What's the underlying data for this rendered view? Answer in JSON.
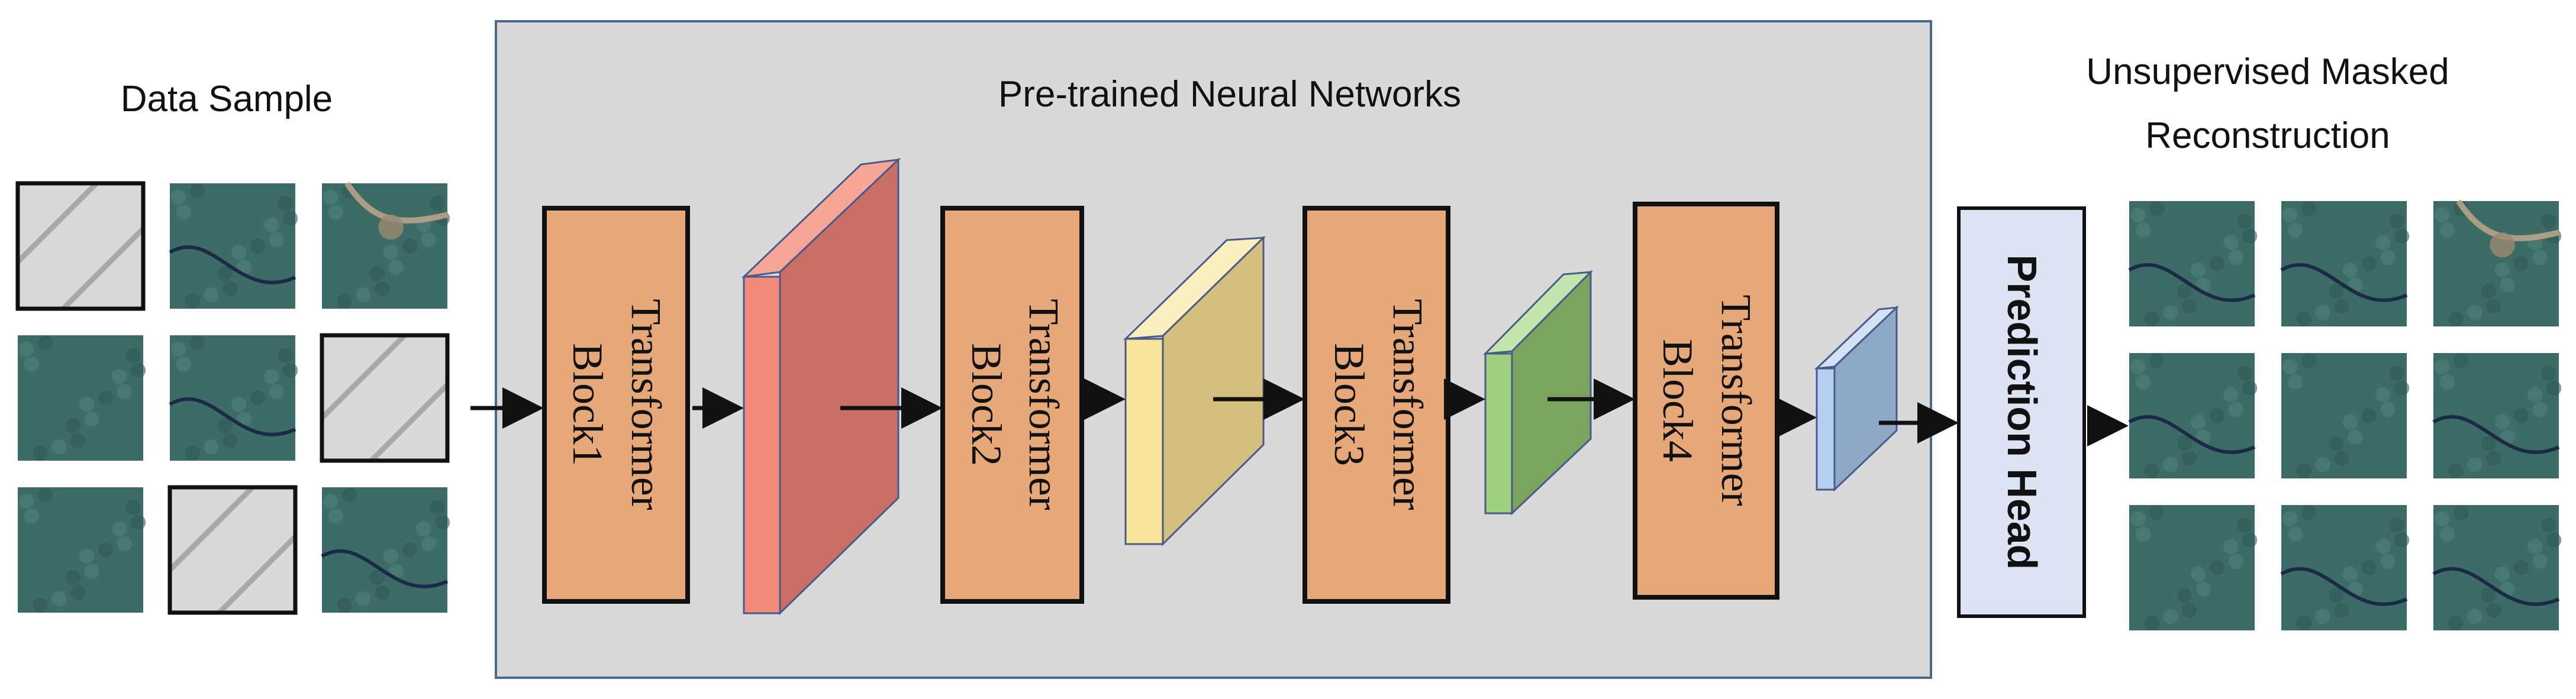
{
  "labels": {
    "data_sample": "Data Sample",
    "pretrained": "Pre-trained Neural Networks",
    "output_line1": "Unsupervised Masked",
    "output_line2": "Reconstruction",
    "prediction_head": "Prediction Head"
  },
  "blocks": [
    {
      "line1": "Transformer",
      "line2": "Block1"
    },
    {
      "line1": "Transformer",
      "line2": "Block2"
    },
    {
      "line1": "Transformer",
      "line2": "Block3"
    },
    {
      "line1": "Transformer",
      "line2": "Block4"
    }
  ],
  "colors": {
    "panel_bg": "#d9d9d9",
    "panel_border": "#4a6a8a",
    "block_fill": "#e6a878",
    "head_fill": "#dde3f3",
    "feature_red": "#f28b7a",
    "feature_yellow": "#f7e39a",
    "feature_green": "#9fd07f",
    "feature_blue": "#b4cff0",
    "masked_tile": "#d8d8d8",
    "satellite": "#3d6b66"
  },
  "input_grid": [
    [
      "masked",
      "river",
      "road"
    ],
    [
      "forest",
      "river",
      "masked"
    ],
    [
      "forest",
      "masked",
      "river"
    ]
  ],
  "output_grid": [
    [
      "river",
      "river",
      "road"
    ],
    [
      "river",
      "forest",
      "river"
    ],
    [
      "forest",
      "river",
      "river"
    ]
  ]
}
